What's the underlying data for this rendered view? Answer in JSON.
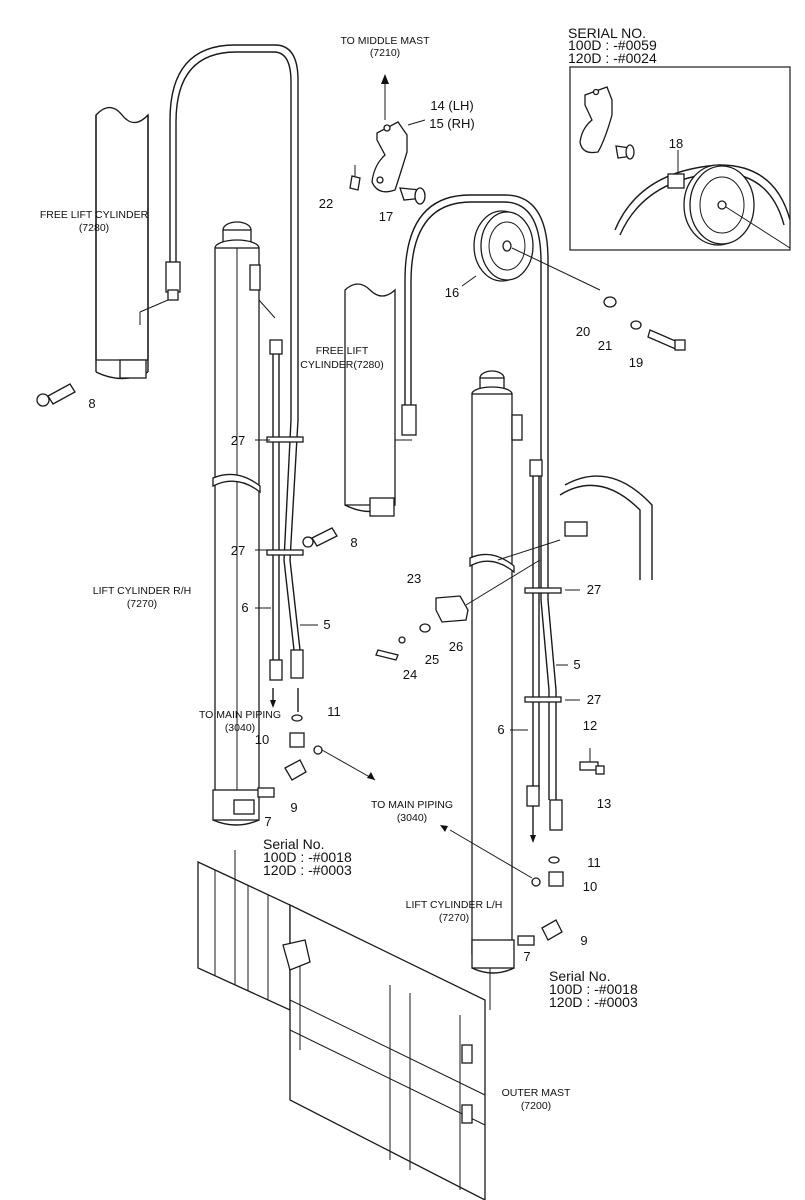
{
  "serial_box": {
    "title": "SERIAL NO.",
    "line1": "100D : -#0059",
    "line2": "120D : -#0024",
    "part": "18"
  },
  "labels": {
    "to_middle_mast": "TO MIDDLE MAST",
    "to_middle_mast_ref": "(7210)",
    "free_lift_cyl_left": "FREE  LIFT CYLINDER",
    "free_lift_cyl_left_ref": "(7280)",
    "free_lift_cyl_mid_1": "FREE LIFT",
    "free_lift_cyl_mid_2": "CYLINDER(7280)",
    "lift_cyl_rh": "LIFT CYLINDER R/H",
    "lift_cyl_rh_ref": "(7270)",
    "lift_cyl_lh": "LIFT CYLINDER L/H",
    "lift_cyl_lh_ref": "(7270)",
    "to_main_piping_1": "TO MAIN PIPING",
    "to_main_piping_1_ref": "(3040)",
    "to_main_piping_2": "TO MAIN PIPING",
    "to_main_piping_2_ref": "(3040)",
    "outer_mast": "OUTER MAST",
    "outer_mast_ref": "(7200)",
    "bracket_lh": "14 (LH)",
    "bracket_rh": "15 (RH)"
  },
  "serial_notes": [
    {
      "title": "Serial No.",
      "line1": "100D : -#0018",
      "line2": "120D : -#0003"
    },
    {
      "title": "Serial No.",
      "line1": "100D : -#0018",
      "line2": "120D : -#0003"
    }
  ],
  "part_numbers": {
    "p8a": "8",
    "p8b": "8",
    "p27a": "27",
    "p27b": "27",
    "p27c": "27",
    "p27d": "27",
    "p6a": "6",
    "p6b": "6",
    "p5a": "5",
    "p5b": "5",
    "p10a": "10",
    "p10b": "10",
    "p11a": "11",
    "p11b": "11",
    "p9a": "9",
    "p9b": "9",
    "p7a": "7",
    "p7b": "7",
    "p22": "22",
    "p17": "17",
    "p16": "16",
    "p20": "20",
    "p21": "21",
    "p19": "19",
    "p23": "23",
    "p24": "24",
    "p25": "25",
    "p26": "26",
    "p12": "12",
    "p13": "13"
  }
}
